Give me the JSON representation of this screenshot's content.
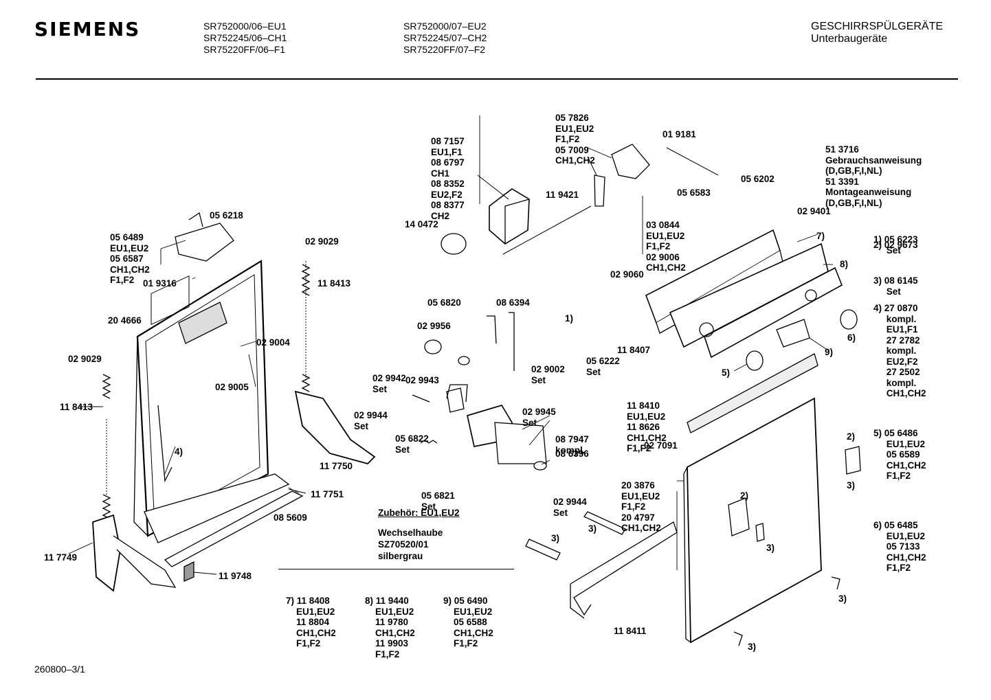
{
  "header": {
    "brand": "SIEMENS",
    "models_col1": [
      "SR752000/06–EU1",
      "SR752245/06–CH1",
      "SR75220FF/06–F1"
    ],
    "models_col2": [
      "SR752000/07–EU2",
      "SR752245/07–CH2",
      "SR75220FF/07–F2"
    ],
    "category": "GESCHIRRSPÜLGERÄTE",
    "subcategory": "Unterbaugeräte"
  },
  "labels": {
    "l087157": [
      "08 7157",
      "EU1,F1",
      "08 6797",
      "CH1",
      "08 8352",
      "EU2,F2",
      "08 8377",
      "CH2"
    ],
    "l057826": [
      "05 7826",
      "EU1,EU2",
      "F1,F2",
      "05 7009",
      "CH1,CH2"
    ],
    "l019181": [
      "01 9181"
    ],
    "l119421": [
      "11 9421"
    ],
    "l140472": [
      "14 0472"
    ],
    "l030844": [
      "03 0844",
      "EU1,EU2",
      "F1,F2",
      "02 9006",
      "CH1,CH2"
    ],
    "l056583": [
      "05 6583"
    ],
    "l056202": [
      "05 6202"
    ],
    "l029401": [
      "02 9401"
    ],
    "l029060": [
      "02 9060"
    ],
    "l056489": [
      "05 6489",
      "EU1,EU2",
      "05 6587",
      "CH1,CH2",
      "F1,F2"
    ],
    "l056218": [
      "05 6218"
    ],
    "l029029a": [
      "02 9029"
    ],
    "l118413a": [
      "11 8413"
    ],
    "l019316": [
      "01 9316"
    ],
    "l204666": [
      "20 4666"
    ],
    "l029004": [
      "02 9004"
    ],
    "l029005": [
      "02 9005"
    ],
    "l029029b": [
      "02 9029"
    ],
    "l118413b": [
      "11 8413"
    ],
    "l4a": [
      "4)"
    ],
    "l117750": [
      "11 7750"
    ],
    "l117751": [
      "11 7751"
    ],
    "l085609": [
      "08 5609"
    ],
    "l117749": [
      "11 7749"
    ],
    "l119748": [
      "11 9748"
    ],
    "l056820": [
      "05 6820"
    ],
    "l086394": [
      "08 6394"
    ],
    "l029956": [
      "02 9956"
    ],
    "l029942": [
      "02 9942",
      "Set"
    ],
    "l029002": [
      "02 9002",
      "Set"
    ],
    "l029943": [
      "02 9943"
    ],
    "l029945": [
      "02 9945",
      "Set"
    ],
    "l029944a": [
      "02 9944",
      "Set"
    ],
    "l056822": [
      "05 6822",
      "Set"
    ],
    "l087947": [
      "08 7947",
      "kompl."
    ],
    "l086396": [
      "08 6396"
    ],
    "l029944b": [
      "02 9944",
      "Set"
    ],
    "l056821": [
      "05 6821",
      "Set"
    ],
    "l1a": [
      "1)"
    ],
    "l056222": [
      "05 6222",
      "Set"
    ],
    "l118407": [
      "11 8407"
    ],
    "l7": [
      "7)"
    ],
    "l8": [
      "8)"
    ],
    "l6a": [
      "6)"
    ],
    "l9": [
      "9)"
    ],
    "l5a": [
      "5)"
    ],
    "l118410": [
      "11 8410",
      "EU1,EU2",
      "11 8626",
      "CH1,CH2",
      "F1,F2"
    ],
    "l027091": [
      "02 7091"
    ],
    "l203876": [
      "20 3876",
      "EU1,EU2",
      "F1,F2",
      "20 4797",
      "CH1,CH2"
    ],
    "l2a": [
      "2)"
    ],
    "l3a": [
      "3)"
    ],
    "l3b": [
      "3)"
    ],
    "l3c": [
      "3)"
    ],
    "l3d": [
      "3)"
    ],
    "l3e": [
      "3)"
    ],
    "l118411": [
      "11 8411"
    ],
    "l2b": [
      "2)"
    ],
    "l3f": [
      "3)"
    ],
    "l513716": [
      "51 3716",
      "Gebrauchsanweisung",
      "(D,GB,F,I,NL)",
      "51 3391",
      "Montageanweisung",
      "(D,GB,F,I,NL)"
    ]
  },
  "legend_right": [
    [
      "1) 05 6223",
      "     Set"
    ],
    [
      "2) 02 9673"
    ],
    [
      "3) 08 6145",
      "     Set"
    ],
    [
      "4) 27 0870",
      "     kompl.",
      "     EU1,F1",
      "     27 2782",
      "     kompl.",
      "     EU2,F2",
      "     27 2502",
      "     kompl.",
      "     CH1,CH2"
    ],
    [
      "5) 05 6486",
      "     EU1,EU2",
      "     05 6589",
      "     CH1,CH2",
      "     F1,F2"
    ],
    [
      "6) 05 6485",
      "     EU1,EU2",
      "     05 7133",
      "     CH1,CH2",
      "     F1,F2"
    ]
  ],
  "accessories": {
    "title": "Zubehör: EU1,EU2",
    "lines": [
      "Wechselhaube",
      "SZ70520/01",
      "silbergrau"
    ]
  },
  "variants_table": [
    [
      "7) 11 8408",
      "    EU1,EU2",
      "    11 8804",
      "    CH1,CH2",
      "    F1,F2"
    ],
    [
      "8) 11 9440",
      "    EU1,EU2",
      "    11 9780",
      "    CH1,CH2",
      "    11 9903",
      "    F1,F2"
    ],
    [
      "9) 05 6490",
      "    EU1,EU2",
      "    05 6588",
      "    CH1,CH2",
      "    F1,F2"
    ]
  ],
  "footer": "260800–3/1"
}
